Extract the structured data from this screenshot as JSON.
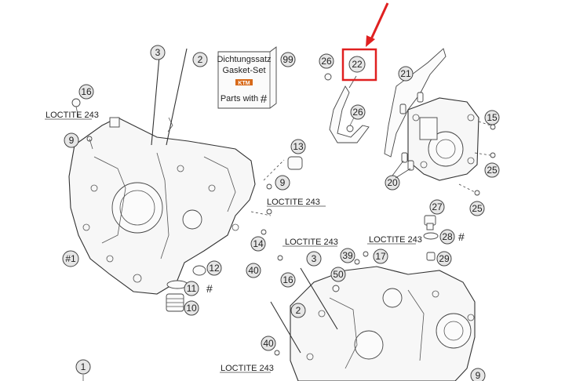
{
  "gasket_box": {
    "line1": "Dichtungssatz",
    "line2": "Gasket-Set",
    "brand": "KTM",
    "parts_with": "Parts with",
    "hash": "#"
  },
  "loctite_label": "LOCTITE 243",
  "hash_mark": "#",
  "callouts": {
    "c99": "99",
    "c3_top": "3",
    "c2_top": "2",
    "c16_left": "16",
    "c9_left": "9",
    "c13": "13",
    "c9_mid": "9",
    "c14": "14",
    "c40_mid": "40",
    "c12": "12",
    "c11": "11",
    "c10": "10",
    "c1hash": "#1",
    "c1_bottom": "1",
    "c26_top": "26",
    "c22": "22",
    "c21": "21",
    "c26_mid": "26",
    "c15": "15",
    "c25_a": "25",
    "c20": "20",
    "c25_b": "25",
    "c27": "27",
    "c28": "28",
    "c29": "29",
    "c39": "39",
    "c17": "17",
    "c3_low": "3",
    "c16_low": "16",
    "c50": "50",
    "c2_low": "2",
    "c40_low": "40",
    "c9_low": "9"
  },
  "highlight": {
    "target": "22",
    "box_color": "#e02020",
    "arrow_color": "#e02020"
  }
}
